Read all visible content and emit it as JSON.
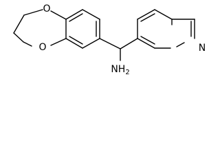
{
  "molecule": {
    "atoms": {
      "o_top": "O",
      "o_bottom": "O",
      "n_pyridine": "N",
      "amine": "NH2"
    },
    "colors": {
      "bond": "#000000",
      "label": "#000000",
      "background": "#ffffff"
    }
  }
}
